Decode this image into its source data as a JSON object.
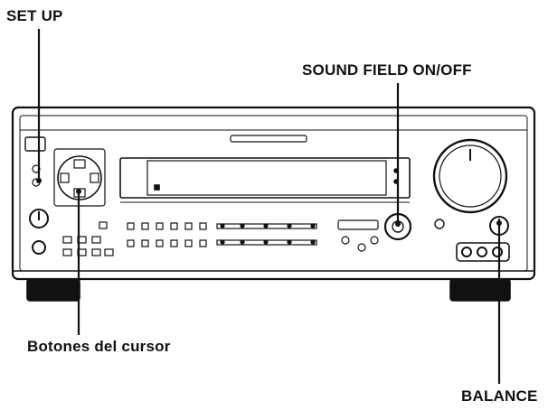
{
  "callouts": {
    "set_up": "SET UP",
    "sound_field": "SOUND FIELD ON/OFF",
    "cursor_buttons": "Botones del cursor",
    "balance": "BALANCE"
  },
  "colors": {
    "ink": "#111111",
    "panel": "#ffffff",
    "display": "#ffffff"
  }
}
